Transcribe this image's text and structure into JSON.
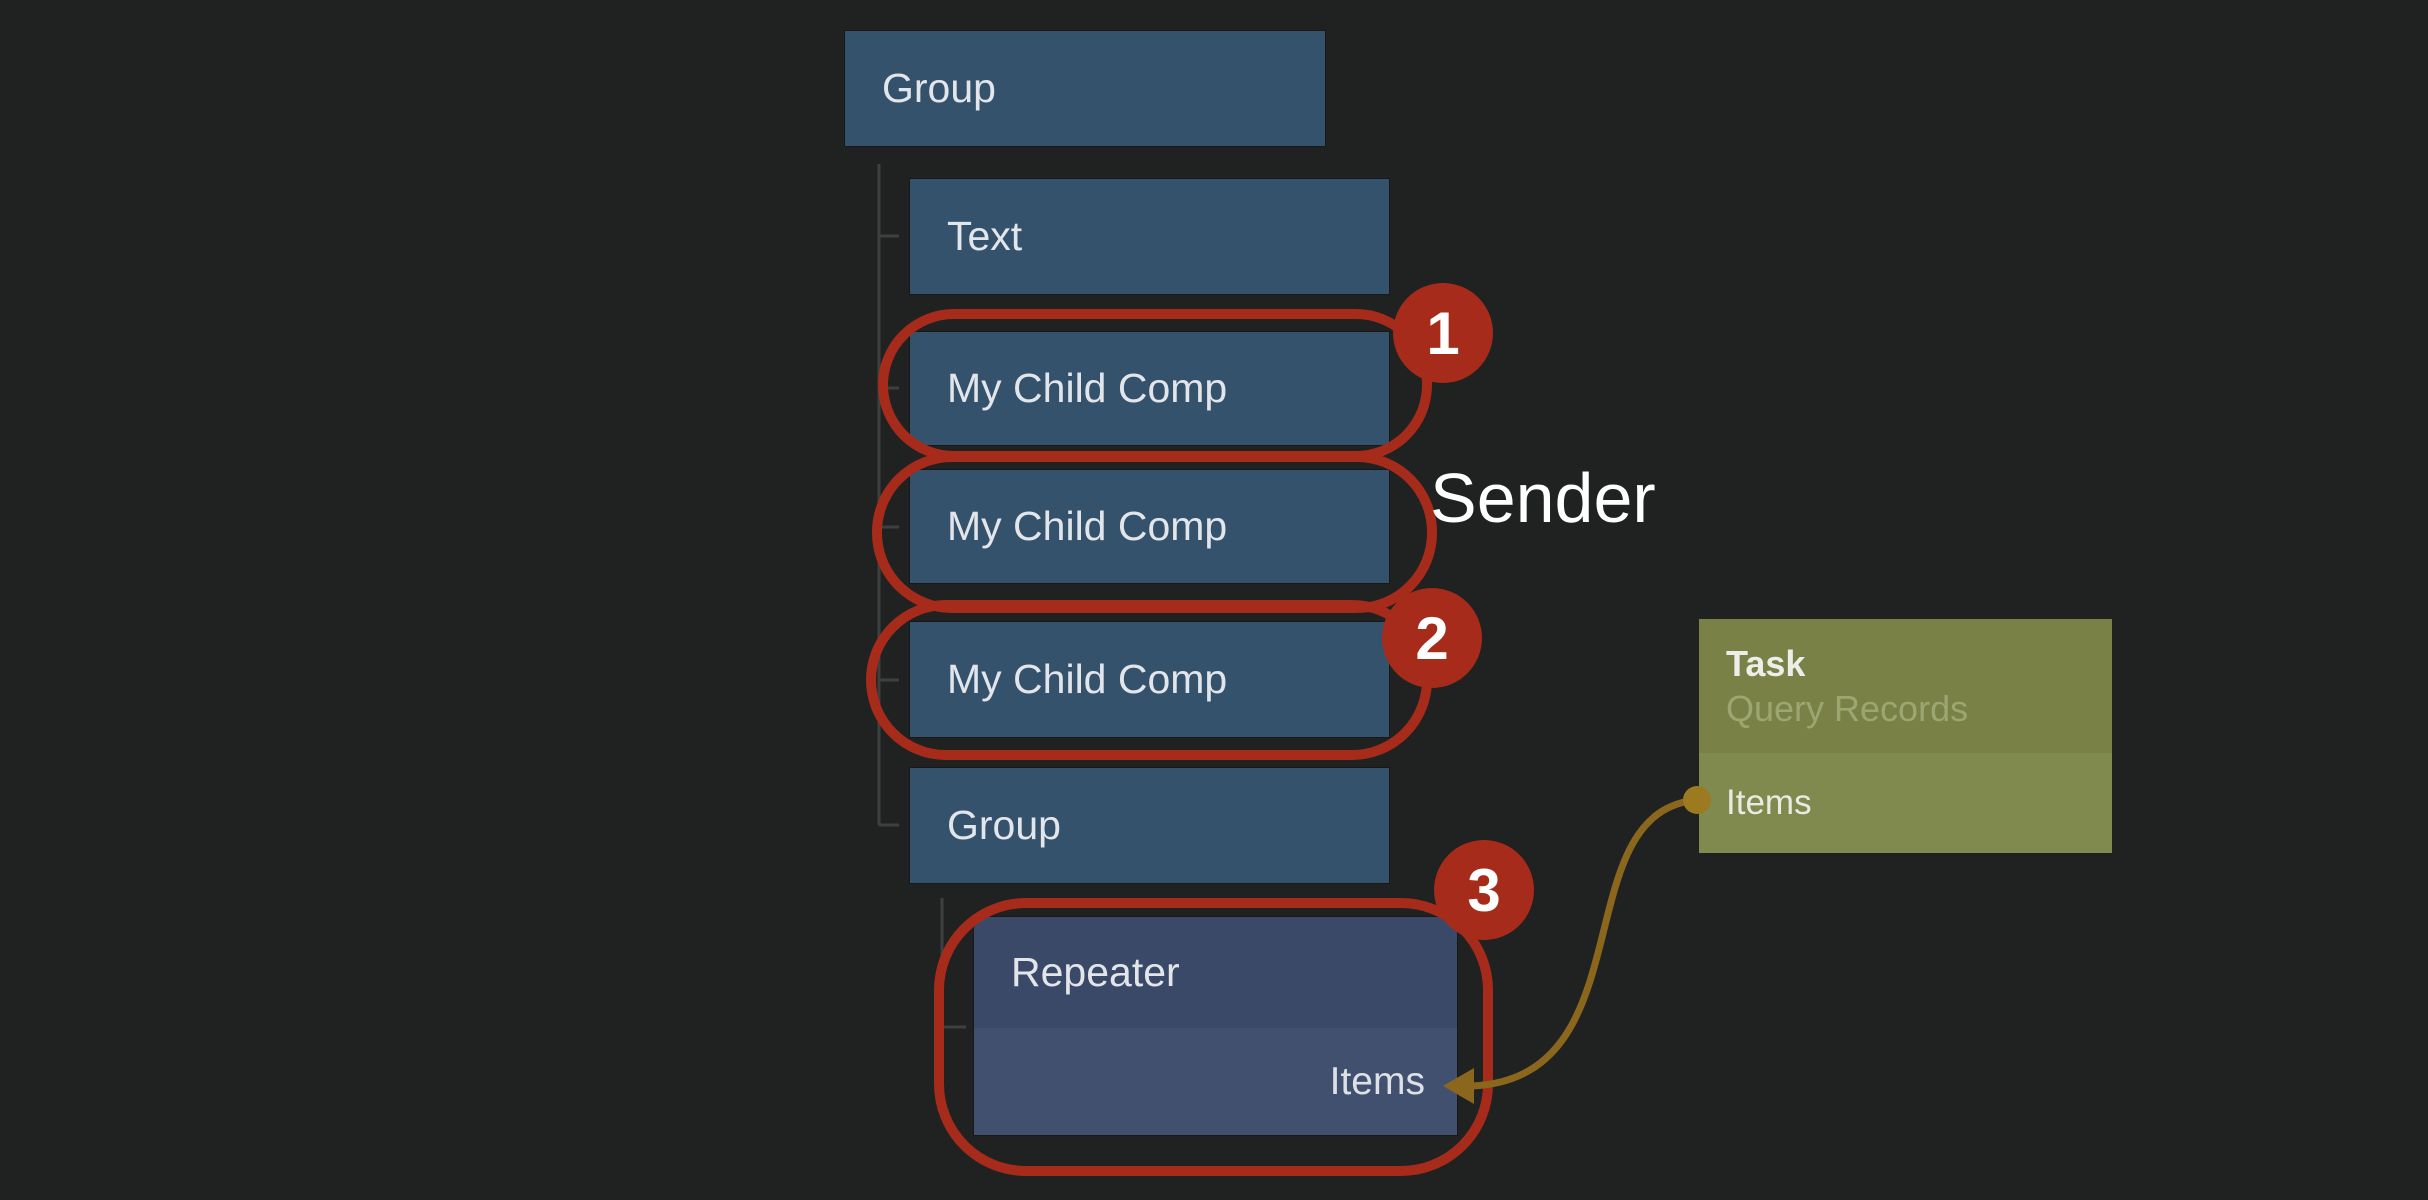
{
  "canvas": {
    "background_color": "#202121"
  },
  "tree": {
    "nodes": [
      {
        "id": "group-1",
        "label": "Group"
      },
      {
        "id": "text-1",
        "label": "Text"
      },
      {
        "id": "my-child-comp-1",
        "label": "My Child Comp"
      },
      {
        "id": "my-child-comp-2",
        "label": "My Child Comp"
      },
      {
        "id": "my-child-comp-3",
        "label": "My Child Comp"
      },
      {
        "id": "group-2",
        "label": "Group"
      },
      {
        "id": "repeater",
        "label": "Repeater",
        "port": "Items"
      }
    ],
    "node_color": "#35526D",
    "repeater_title_color": "#3B4968",
    "repeater_port_color": "#41506F",
    "line_color": "#3D4041"
  },
  "task_node": {
    "title": "Task",
    "subtitle": "Query Records",
    "output_port": "Items",
    "head_color": "#7A8147",
    "port_color": "#808A4E"
  },
  "annotations": {
    "badges": [
      {
        "label": "1"
      },
      {
        "label": "2"
      },
      {
        "label": "3"
      }
    ],
    "sender_label": "Sender",
    "ring_color": "#A62B1A"
  },
  "connector": {
    "color": "#8A671D",
    "dot_color": "#9C7A1F"
  }
}
